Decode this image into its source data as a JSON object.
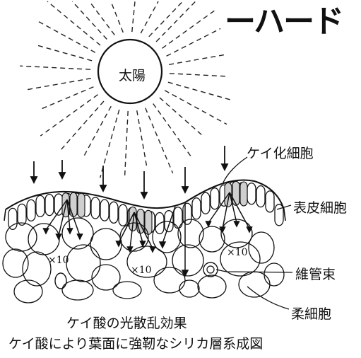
{
  "title": "ーハード",
  "sun": {
    "label": "太陽"
  },
  "labels": {
    "silicified_cell": "ケイ化細胞",
    "epidermal_cell": "表皮細胞",
    "vascular_bundle": "維管束",
    "parenchyma_cell": "柔細胞"
  },
  "magnification": [
    "×10",
    "×10",
    "×10"
  ],
  "caption": {
    "line1": "ケイ酸の光散乱効果",
    "line2": "ケイ酸により葉面に強靭なシリカ層系成図"
  }
}
